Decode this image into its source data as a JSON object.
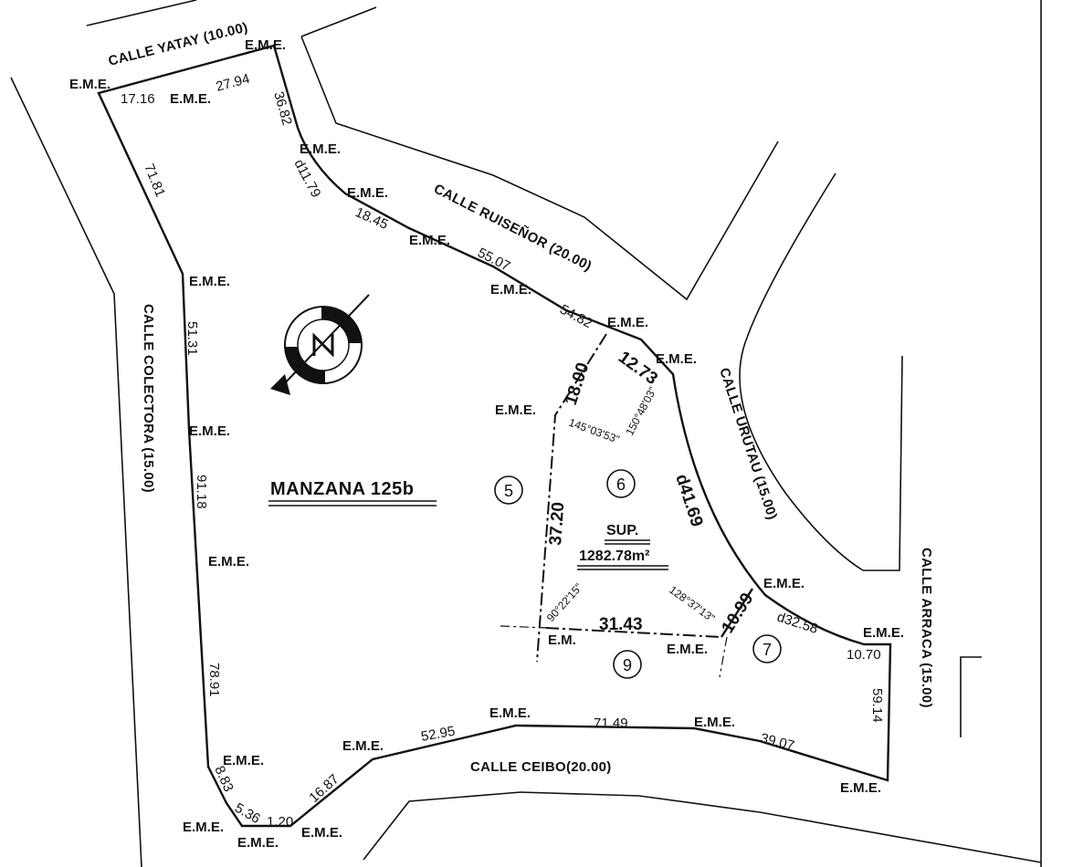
{
  "streets": {
    "yatay": "CALLE YATAY (10.00)",
    "ruisenor": "CALLE RUISEÑOR (20.00)",
    "colectora": "CALLE COLECTORA (15.00)",
    "urutau": "CALLE URUTAU (15.00)",
    "arraca": "CALLE ARRACA (15.00)",
    "ceibo": "CALLE CEIBO(20.00)"
  },
  "eme_label": "E.M.E.",
  "em_label": "E.M.",
  "dimensions": {
    "d17_16": "17.16",
    "d27_94": "27.94",
    "d36_82": "36.82",
    "d11_79": "d11.79",
    "d18_45": "18.45",
    "d55_07": "55.07",
    "d54_82": "54.82",
    "d71_81": "71.81",
    "d51_31": "51.31",
    "d91_18": "91.18",
    "d78_91": "78.91",
    "d8_83": "8.83",
    "d5_36": "5.36",
    "d1_20": "1.20",
    "d16_87": "16.87",
    "d52_95": "52.95",
    "d71_49": "71.49",
    "d39_07": "39.07",
    "d59_14": "59.14",
    "d10_70": "10.70",
    "d32_58": "d32.58",
    "d12_73": "12.73",
    "d18_00": "18.00",
    "d37_20": "37.20",
    "d41_69": "d41.69",
    "d31_43": "31.43",
    "d10_99": "10.99"
  },
  "angles": {
    "a145": "145°03'53\"",
    "a150": "150°48'03\"",
    "a90": "90°22'15\"",
    "a128": "128°37'13\""
  },
  "lots": {
    "l5": "5",
    "l6": "6",
    "l7": "7",
    "l9": "9"
  },
  "block_name": "MANZANA  125b",
  "sup_label": "SUP.",
  "sup_value": "1282.78m²"
}
